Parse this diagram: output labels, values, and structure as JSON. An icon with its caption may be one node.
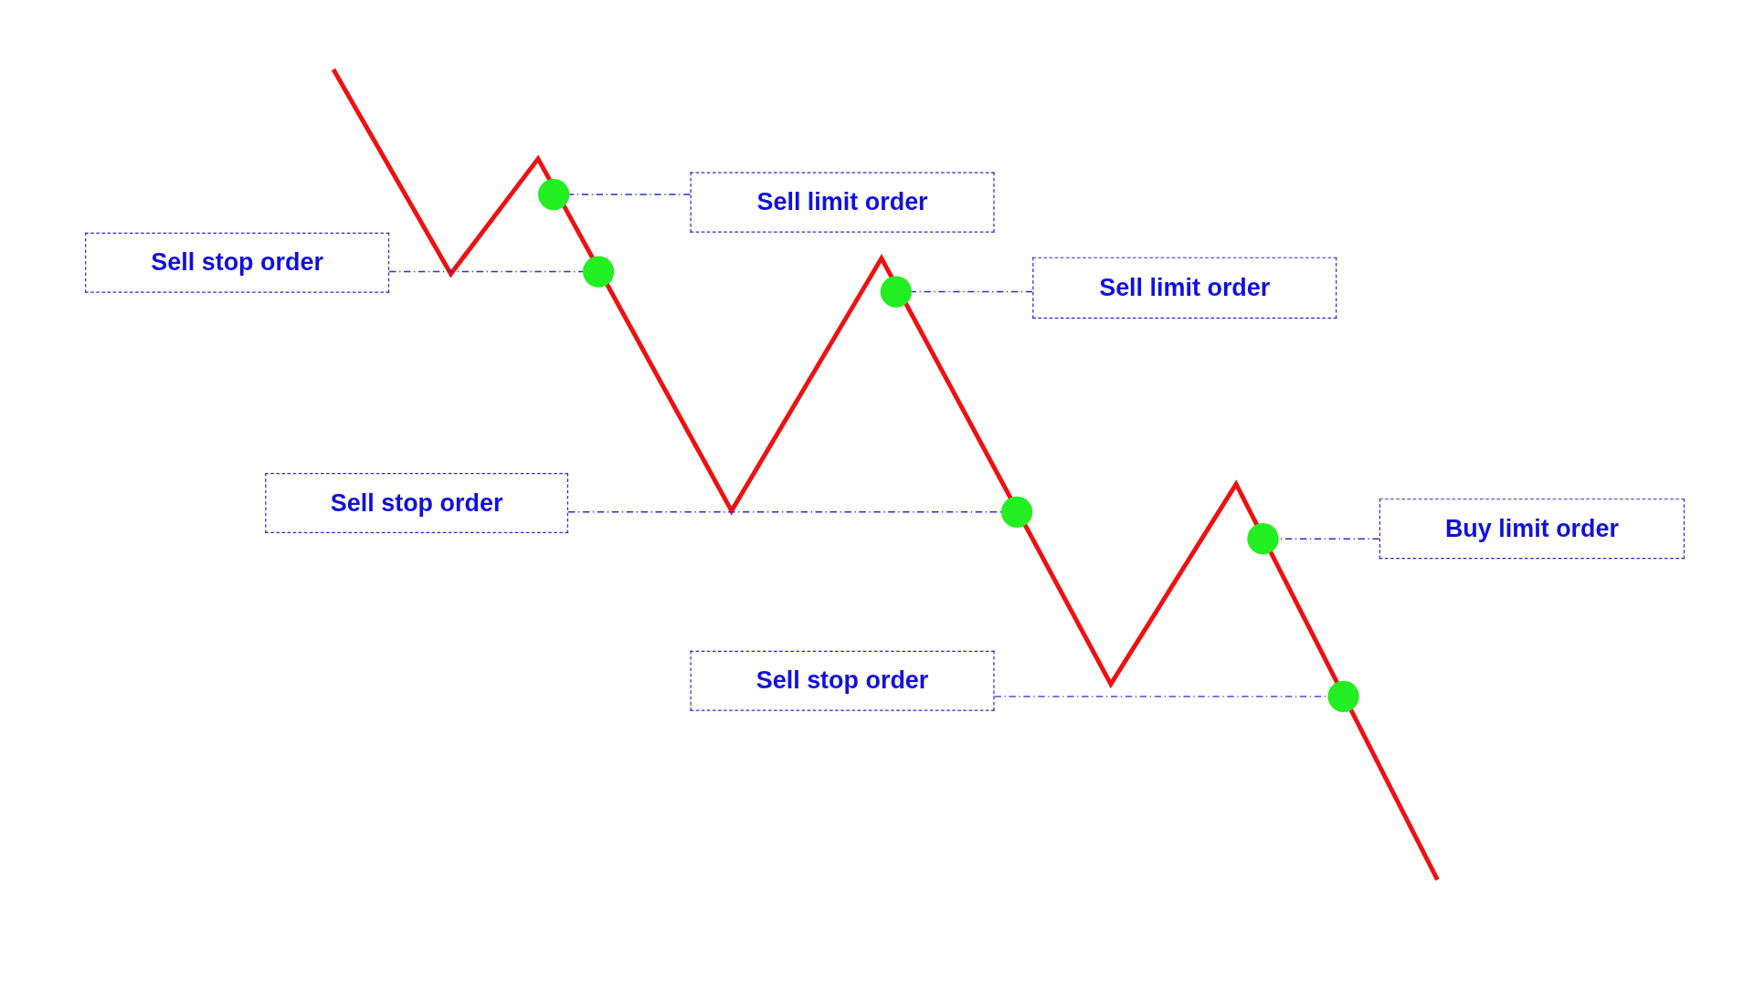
{
  "diagram": {
    "nodes": [
      {
        "text": [
          "Sell limit order"
        ]
      },
      {
        "text": [
          "Sell stop order"
        ]
      },
      {
        "text": [
          "Sell limit order"
        ]
      },
      {
        "text": [
          "Sell stop order"
        ]
      },
      {
        "text": [
          "Buy limit order"
        ]
      },
      {
        "text": [
          "Sell stop order"
        ]
      },
      {
        "text": [],
        "shape": "circle"
      },
      {
        "text": [],
        "shape": "circle"
      },
      {
        "text": [],
        "shape": "circle"
      },
      {
        "text": [],
        "shape": "circle"
      },
      {
        "text": [],
        "shape": "circle"
      },
      {
        "text": [],
        "shape": "circle"
      }
    ],
    "edges": [
      {
        "from": 0,
        "to": 6,
        "arrow": "none",
        "style": "dashed"
      },
      {
        "from": 1,
        "to": 7,
        "arrow": "none",
        "style": "dashed"
      },
      {
        "from": 2,
        "to": 8,
        "arrow": "none",
        "style": "dashed"
      },
      {
        "from": 3,
        "to": 9,
        "arrow": "none",
        "style": "dashed"
      },
      {
        "from": 4,
        "to": 10,
        "arrow": "none",
        "style": "dashed"
      },
      {
        "from": 5,
        "to": 11,
        "arrow": "none",
        "style": "dashed"
      }
    ]
  }
}
